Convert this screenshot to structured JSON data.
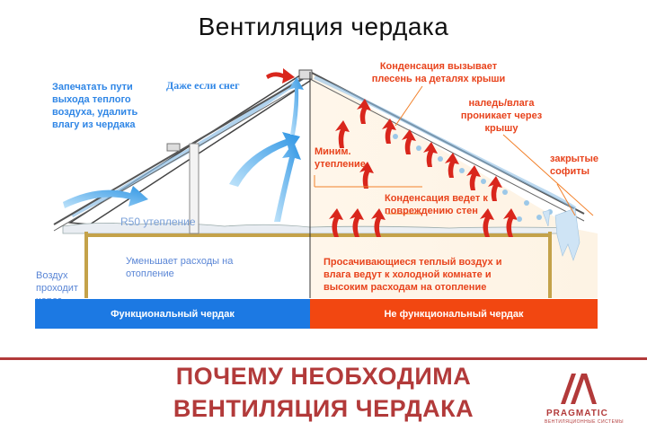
{
  "title": "Вентиляция чердака",
  "left": {
    "seal_text": "Запечатать пути выхода теплого воздуха, удалить влагу из чердака",
    "snow_text": "Даже если снег",
    "insulation_text": "R50 утепление",
    "savings_text": "Уменьшает расходы на отопление",
    "soffit_text": "Воздух проходит через софит",
    "bar_label": "Функциональный чердак"
  },
  "right": {
    "condensation_mold": "Конденсация вызывает плесень на деталях крыши",
    "ice_moisture": "наледь/влага проникает через крышу",
    "min_insulation": "Миним. утепление",
    "closed_soffits": "закрытые софиты",
    "wall_damage": "Конденсация ведет к повреждению стен",
    "warm_air": "Просачивающиеся теплый воздух и влага ведут к холодной комнате и высоким расходам на отопление",
    "bar_label": "Не функциональный чердак"
  },
  "bottom_heading": {
    "line1": "ПОЧЕМУ НЕОБХОДИМА",
    "line2": "ВЕНТИЛЯЦИЯ ЧЕРДАКА"
  },
  "logo": {
    "name": "PRAGMATIC",
    "tagline": "ВЕНТИЛЯЦИОННЫЕ СИСТЕМЫ"
  },
  "colors": {
    "blue": "#1c79e3",
    "orange": "#f24711",
    "brand": "#b23a3a",
    "arrow_blue": "#3aa2e8",
    "arrow_red": "#d9261c"
  },
  "icons": [
    "snow-roof-icon",
    "blue-air-arrow-icon",
    "red-heat-arrow-icon",
    "water-drop-icon",
    "icicle-icon",
    "pragmatic-logo-icon"
  ]
}
